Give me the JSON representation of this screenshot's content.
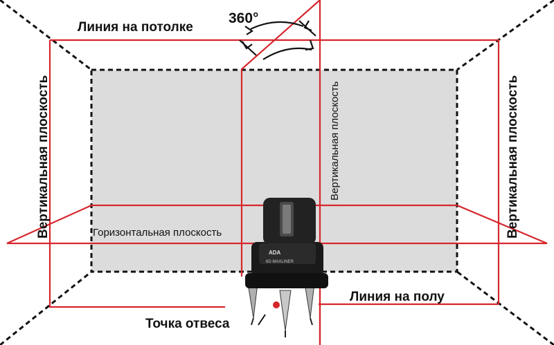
{
  "labels": {
    "ceiling_line": "Линия на потолке",
    "angle": "360°",
    "vertical_plane_left": "Вертикальная плоскость",
    "vertical_plane_right": "Вертикальная плоскость",
    "vertical_plane_center": "Вертикальная плоскость",
    "horizontal_plane": "Горизонтальная плоскость",
    "floor_line": "Линия на полу",
    "plumb_point": "Точка отвеса"
  },
  "device": {
    "brand": "ADA",
    "model": "6D MAXLINER"
  },
  "colors": {
    "laser": "#d6262c",
    "wall": "#dcdcdc",
    "device_body": "#1a1a1a",
    "outline": "#111111"
  }
}
